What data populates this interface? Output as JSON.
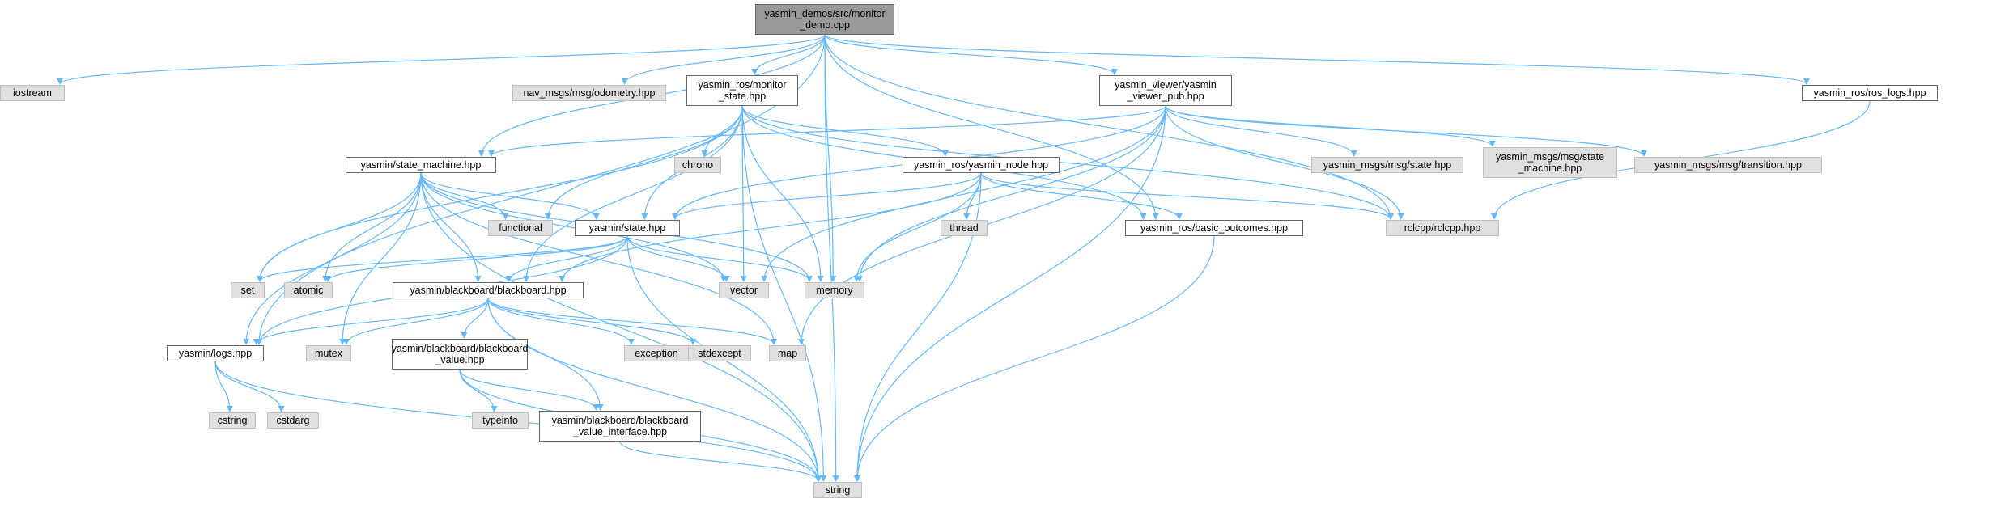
{
  "colors": {
    "root_fill": "#999999",
    "local_fill": "#ffffff",
    "local_border": "#666666",
    "system_fill": "#e0e0e0",
    "system_border": "#bfbfbf",
    "edge": "#63b8ff"
  },
  "nodes": [
    {
      "id": "root",
      "kind": "root",
      "label": "yasmin_demos/src/monitor\n_demo.cpp"
    },
    {
      "id": "iostream",
      "kind": "system",
      "label": "iostream"
    },
    {
      "id": "nav_odom",
      "kind": "system",
      "label": "nav_msgs/msg/odometry.hpp"
    },
    {
      "id": "monitor_state",
      "kind": "local",
      "label": "yasmin_ros/monitor\n_state.hpp"
    },
    {
      "id": "viewer_pub",
      "kind": "local",
      "label": "yasmin_viewer/yasmin\n_viewer_pub.hpp"
    },
    {
      "id": "ros_logs",
      "kind": "local",
      "label": "yasmin_ros/ros_logs.hpp"
    },
    {
      "id": "state_machine",
      "kind": "local",
      "label": "yasmin/state_machine.hpp"
    },
    {
      "id": "chrono",
      "kind": "system",
      "label": "chrono"
    },
    {
      "id": "yasmin_node",
      "kind": "local",
      "label": "yasmin_ros/yasmin_node.hpp"
    },
    {
      "id": "msg_state",
      "kind": "system",
      "label": "yasmin_msgs/msg/state.hpp"
    },
    {
      "id": "msg_sm",
      "kind": "system",
      "label": "yasmin_msgs/msg/state\n_machine.hpp"
    },
    {
      "id": "msg_trans",
      "kind": "system",
      "label": "yasmin_msgs/msg/transition.hpp"
    },
    {
      "id": "functional",
      "kind": "system",
      "label": "functional"
    },
    {
      "id": "thread",
      "kind": "system",
      "label": "thread"
    },
    {
      "id": "state",
      "kind": "local",
      "label": "yasmin/state.hpp"
    },
    {
      "id": "basic_outcomes",
      "kind": "local",
      "label": "yasmin_ros/basic_outcomes.hpp"
    },
    {
      "id": "rclcpp",
      "kind": "system",
      "label": "rclcpp/rclcpp.hpp"
    },
    {
      "id": "set",
      "kind": "system",
      "label": "set"
    },
    {
      "id": "atomic",
      "kind": "system",
      "label": "atomic"
    },
    {
      "id": "vector",
      "kind": "system",
      "label": "vector"
    },
    {
      "id": "memory",
      "kind": "system",
      "label": "memory"
    },
    {
      "id": "blackboard",
      "kind": "local",
      "label": "yasmin/blackboard/blackboard.hpp"
    },
    {
      "id": "logs",
      "kind": "local",
      "label": "yasmin/logs.hpp"
    },
    {
      "id": "mutex",
      "kind": "system",
      "label": "mutex"
    },
    {
      "id": "bb_value",
      "kind": "local",
      "label": "yasmin/blackboard/blackboard\n_value.hpp"
    },
    {
      "id": "exception",
      "kind": "system",
      "label": "exception"
    },
    {
      "id": "stdexcept",
      "kind": "system",
      "label": "stdexcept"
    },
    {
      "id": "map",
      "kind": "system",
      "label": "map"
    },
    {
      "id": "cstring",
      "kind": "system",
      "label": "cstring"
    },
    {
      "id": "cstdarg",
      "kind": "system",
      "label": "cstdarg"
    },
    {
      "id": "typeinfo",
      "kind": "system",
      "label": "typeinfo"
    },
    {
      "id": "bb_iface",
      "kind": "local",
      "label": "yasmin/blackboard/blackboard\n_value_interface.hpp"
    },
    {
      "id": "string",
      "kind": "system",
      "label": "string"
    }
  ],
  "edges": [
    [
      "root",
      "iostream"
    ],
    [
      "root",
      "nav_odom"
    ],
    [
      "root",
      "monitor_state"
    ],
    [
      "root",
      "viewer_pub"
    ],
    [
      "root",
      "ros_logs"
    ],
    [
      "root",
      "state_machine"
    ],
    [
      "root",
      "logs"
    ],
    [
      "root",
      "memory"
    ],
    [
      "root",
      "rclcpp"
    ],
    [
      "root",
      "basic_outcomes"
    ],
    [
      "root",
      "string"
    ],
    [
      "monitor_state",
      "chrono"
    ],
    [
      "monitor_state",
      "yasmin_node"
    ],
    [
      "monitor_state",
      "functional"
    ],
    [
      "monitor_state",
      "state"
    ],
    [
      "monitor_state",
      "basic_outcomes"
    ],
    [
      "monitor_state",
      "rclcpp"
    ],
    [
      "monitor_state",
      "set"
    ],
    [
      "monitor_state",
      "vector"
    ],
    [
      "monitor_state",
      "memory"
    ],
    [
      "monitor_state",
      "blackboard"
    ],
    [
      "monitor_state",
      "string"
    ],
    [
      "viewer_pub",
      "msg_state"
    ],
    [
      "viewer_pub",
      "msg_sm"
    ],
    [
      "viewer_pub",
      "msg_trans"
    ],
    [
      "viewer_pub",
      "state_machine"
    ],
    [
      "viewer_pub",
      "state"
    ],
    [
      "viewer_pub",
      "rclcpp"
    ],
    [
      "viewer_pub",
      "vector"
    ],
    [
      "viewer_pub",
      "memory"
    ],
    [
      "viewer_pub",
      "map"
    ],
    [
      "viewer_pub",
      "string"
    ],
    [
      "ros_logs",
      "rclcpp"
    ],
    [
      "state_machine",
      "functional"
    ],
    [
      "state_machine",
      "state"
    ],
    [
      "state_machine",
      "set"
    ],
    [
      "state_machine",
      "atomic"
    ],
    [
      "state_machine",
      "mutex"
    ],
    [
      "state_machine",
      "vector"
    ],
    [
      "state_machine",
      "memory"
    ],
    [
      "state_machine",
      "blackboard"
    ],
    [
      "state_machine",
      "map"
    ],
    [
      "state_machine",
      "logs"
    ],
    [
      "state_machine",
      "string"
    ],
    [
      "yasmin_node",
      "thread"
    ],
    [
      "yasmin_node",
      "state"
    ],
    [
      "yasmin_node",
      "basic_outcomes"
    ],
    [
      "yasmin_node",
      "rclcpp"
    ],
    [
      "yasmin_node",
      "memory"
    ],
    [
      "yasmin_node",
      "blackboard"
    ],
    [
      "yasmin_node",
      "string"
    ],
    [
      "state",
      "set"
    ],
    [
      "state",
      "atomic"
    ],
    [
      "state",
      "vector"
    ],
    [
      "state",
      "memory"
    ],
    [
      "state",
      "blackboard"
    ],
    [
      "state",
      "logs"
    ],
    [
      "state",
      "string"
    ],
    [
      "basic_outcomes",
      "string"
    ],
    [
      "blackboard",
      "logs"
    ],
    [
      "blackboard",
      "mutex"
    ],
    [
      "blackboard",
      "bb_value"
    ],
    [
      "blackboard",
      "exception"
    ],
    [
      "blackboard",
      "stdexcept"
    ],
    [
      "blackboard",
      "map"
    ],
    [
      "blackboard",
      "bb_iface"
    ],
    [
      "blackboard",
      "string"
    ],
    [
      "bb_value",
      "typeinfo"
    ],
    [
      "bb_value",
      "bb_iface"
    ],
    [
      "bb_value",
      "string"
    ],
    [
      "bb_iface",
      "string"
    ],
    [
      "logs",
      "cstring"
    ],
    [
      "logs",
      "cstdarg"
    ],
    [
      "logs",
      "string"
    ]
  ]
}
